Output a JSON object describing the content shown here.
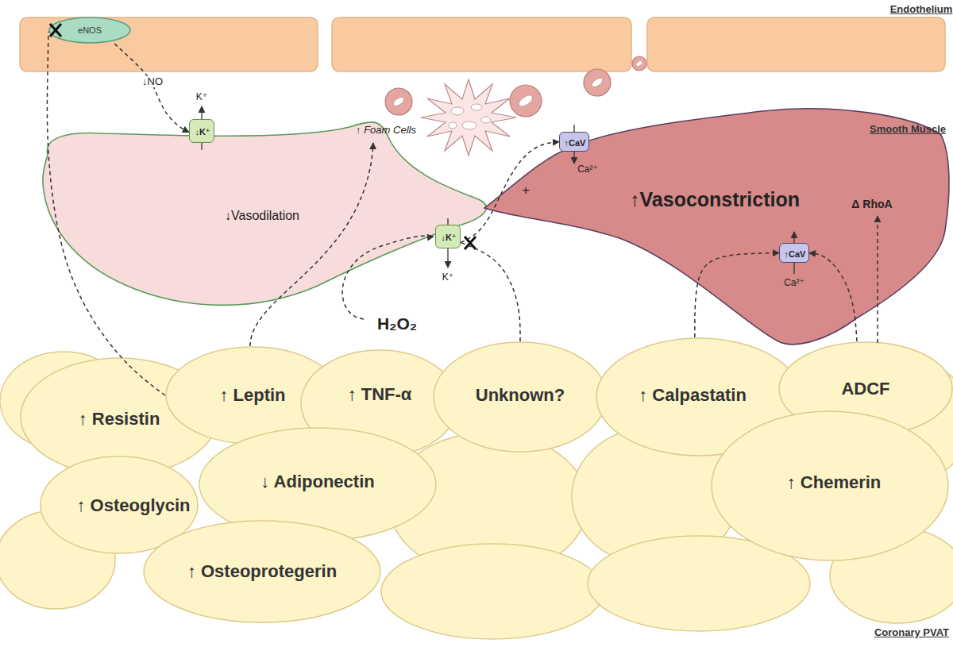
{
  "diagram": {
    "nodes": [
      {
        "text": [
          "eNOS"
        ]
      },
      {
        "text": [
          "↓Vasodilation"
        ]
      },
      {
        "text": [
          "↓K⁺"
        ],
        "in": 1
      },
      {
        "text": [
          "↓K⁺"
        ],
        "in": 1
      },
      {
        "text": [
          "↑Vasoconstriction"
        ]
      },
      {
        "text": [
          "↑CaV"
        ],
        "in": 4
      },
      {
        "text": [
          "↑CaV"
        ],
        "in": 4
      },
      {
        "text": [
          "↑ Resistin"
        ]
      },
      {
        "text": [
          "↑ Leptin"
        ]
      },
      {
        "text": [
          "↑ TNF-α"
        ]
      },
      {
        "text": [
          "Unknown?"
        ]
      },
      {
        "text": [
          "↑ Calpastatin"
        ]
      },
      {
        "text": [
          "ADCF"
        ]
      },
      {
        "text": [
          "↓ Adiponectin"
        ]
      },
      {
        "text": [
          "↑ Chemerin"
        ]
      },
      {
        "text": [
          "↑ Osteoglycin"
        ]
      },
      {
        "text": [
          "↑ Osteoprotegerin"
        ]
      }
    ],
    "edges": [
      {
        "from": 8,
        "to": 0,
        "arrow": "none"
      },
      {
        "from": 0,
        "to": 2,
        "label": "↓NO",
        "arrow": "to"
      },
      {
        "from": 10,
        "to": 3,
        "arrow": "none"
      },
      {
        "from": 3,
        "to": 5,
        "label": "+",
        "arrow": "to"
      },
      {
        "from": 11,
        "to": 6,
        "arrow": "to"
      },
      {
        "from": 12,
        "to": 6,
        "arrow": "to"
      }
    ],
    "labels": [
      "Endothelium",
      "Smooth Muscle",
      "Coronary PVAT",
      "K⁺",
      "↑ Foam Cells",
      "K⁺",
      "Ca²⁺",
      "Ca²⁺",
      "Δ RhoA",
      "H₂O₂"
    ]
  }
}
